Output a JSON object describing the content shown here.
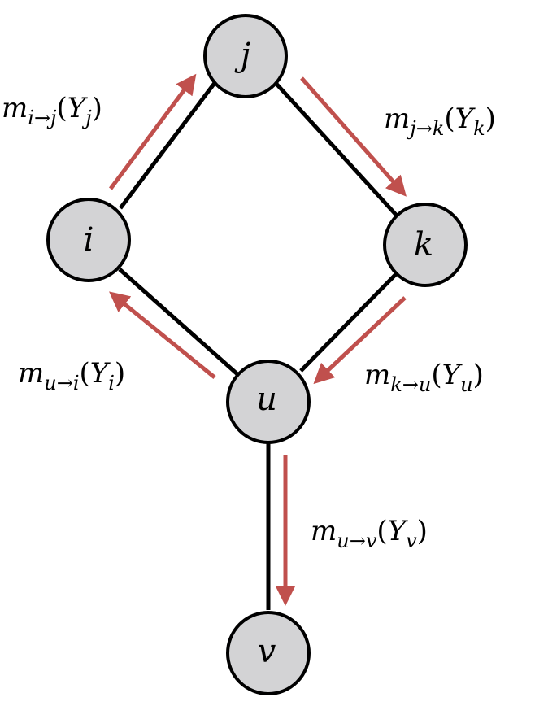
{
  "colors": {
    "node_fill": "#d3d3d5",
    "node_stroke": "#000000",
    "edge": "#000000",
    "message_arrow": "#c0504d"
  },
  "nodes": {
    "j": "j",
    "i": "i",
    "k": "k",
    "u": "u",
    "v": "v"
  },
  "messages": {
    "i_to_j": {
      "m": "m",
      "from": "i",
      "arrow": "→",
      "to": "j",
      "var": "Y",
      "var_sub": "j"
    },
    "j_to_k": {
      "m": "m",
      "from": "j",
      "arrow": "→",
      "to": "k",
      "var": "Y",
      "var_sub": "k"
    },
    "u_to_i": {
      "m": "m",
      "from": "u",
      "arrow": "→",
      "to": "i",
      "var": "Y",
      "var_sub": "i"
    },
    "k_to_u": {
      "m": "m",
      "from": "k",
      "arrow": "→",
      "to": "u",
      "var": "Y",
      "var_sub": "u"
    },
    "u_to_v": {
      "m": "m",
      "from": "u",
      "arrow": "→",
      "to": "v",
      "var": "Y",
      "var_sub": "v"
    }
  }
}
